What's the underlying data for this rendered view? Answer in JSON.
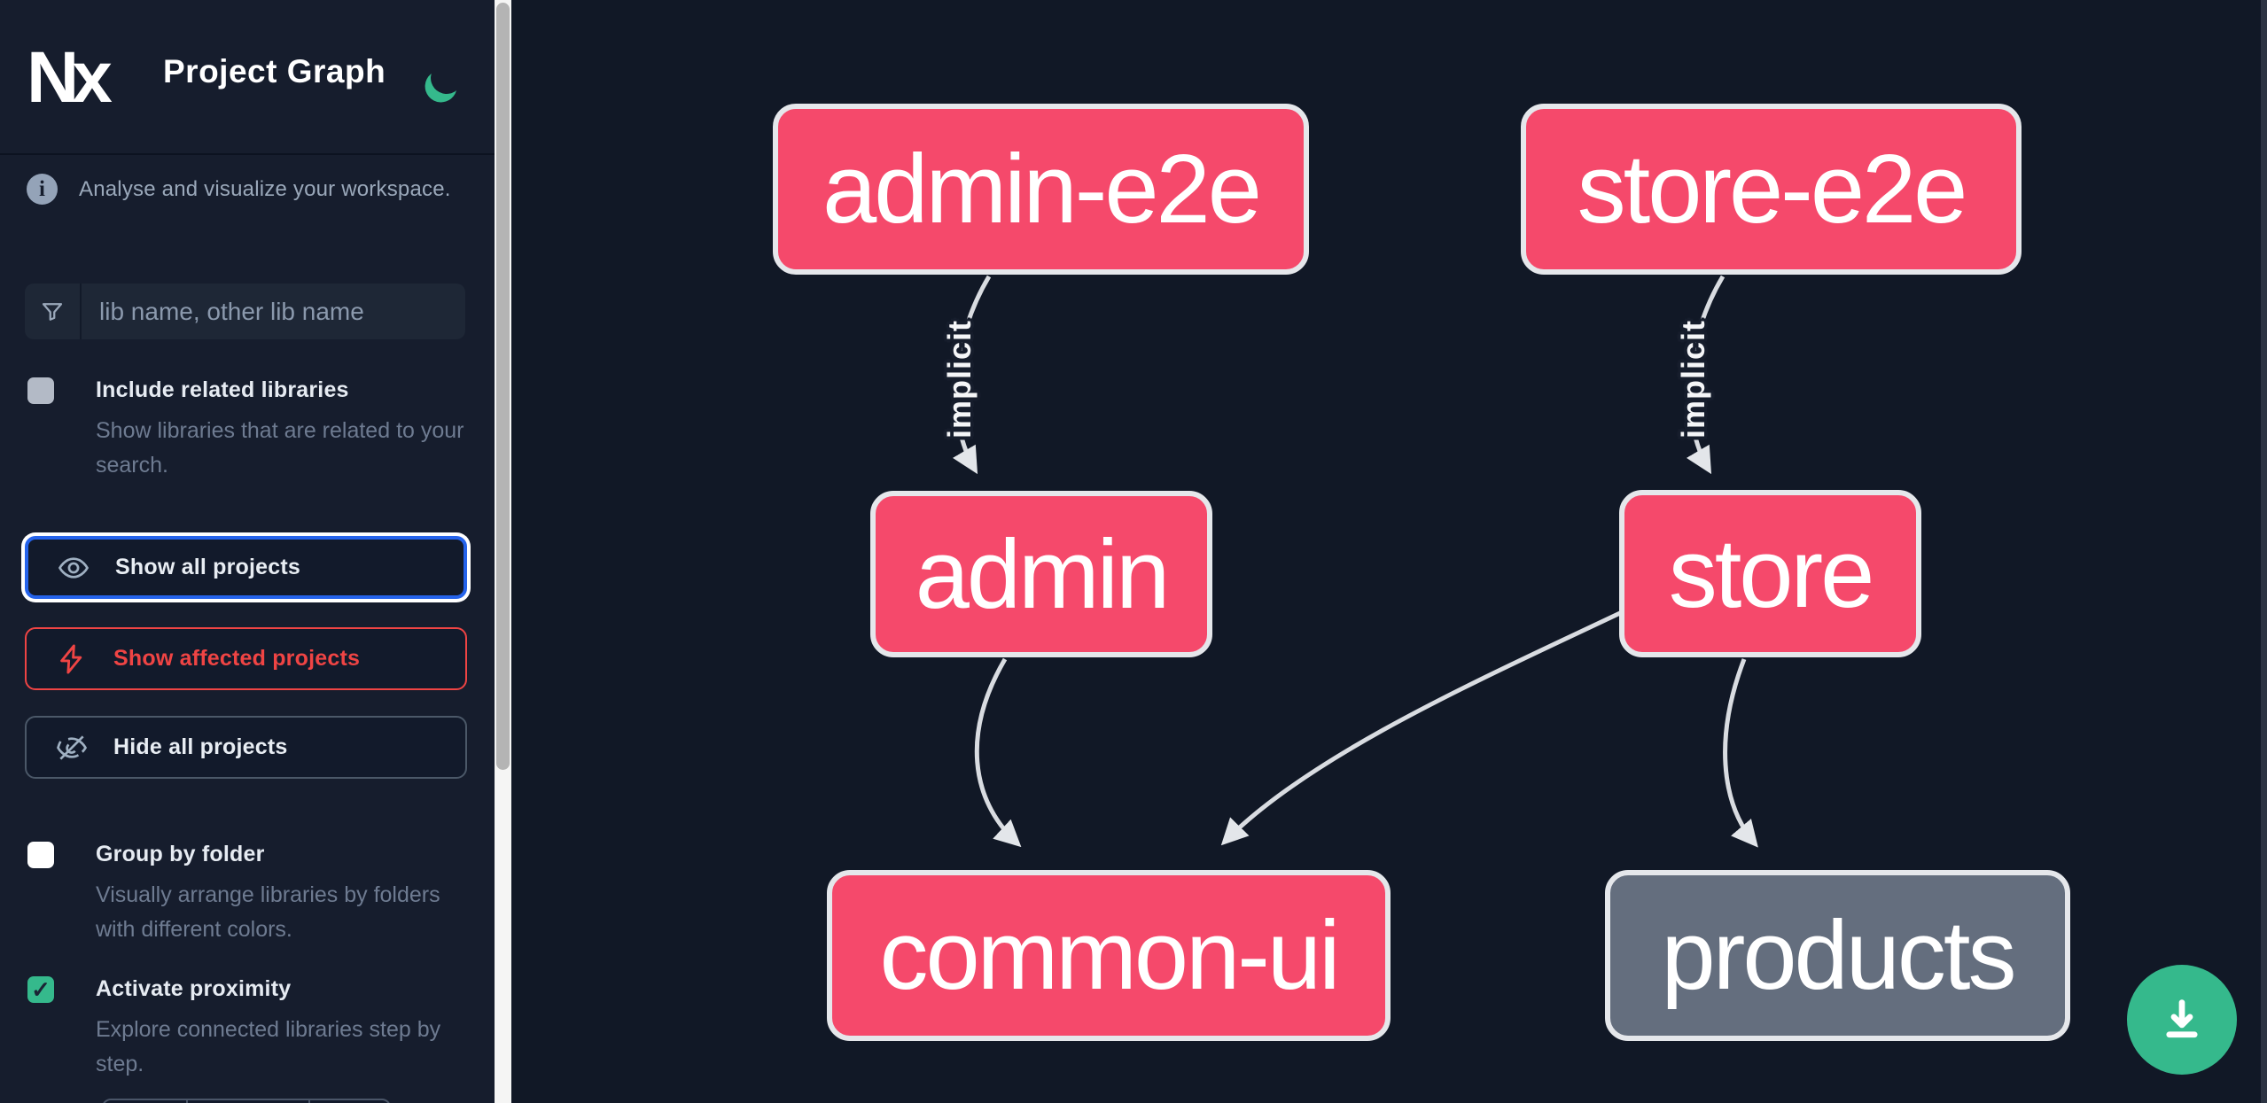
{
  "header": {
    "logo_text": "Nx",
    "title": "Project Graph",
    "theme_icon": "moon-icon"
  },
  "sidebar": {
    "tagline": "Analyse and visualize your workspace.",
    "search_placeholder": "lib name, other lib name",
    "options": [
      {
        "label": "Include related libraries",
        "description": "Show libraries that are related to your search.",
        "checked": false
      },
      {
        "label": "Group by folder",
        "description": "Visually arrange libraries by folders with different colors.",
        "checked": false
      },
      {
        "label": "Activate proximity",
        "description": "Explore connected libraries step by step.",
        "checked": true
      }
    ],
    "check_glyph": "✓",
    "actions": [
      {
        "label": "Show all projects",
        "icon": "eye-icon",
        "state": "focused"
      },
      {
        "label": "Show affected projects",
        "icon": "bolt-icon",
        "state": "affected"
      },
      {
        "label": "Hide all projects",
        "icon": "eye-off-icon",
        "state": "default"
      }
    ]
  },
  "graph": {
    "nodes": [
      {
        "id": "admin-e2e",
        "label": "admin-e2e",
        "color": "#f5496b"
      },
      {
        "id": "store-e2e",
        "label": "store-e2e",
        "color": "#f5496b"
      },
      {
        "id": "admin",
        "label": "admin",
        "color": "#f5496b"
      },
      {
        "id": "store",
        "label": "store",
        "color": "#f5496b"
      },
      {
        "id": "common-ui",
        "label": "common-ui",
        "color": "#f5496b"
      },
      {
        "id": "products",
        "label": "products",
        "color": "#646e7e"
      }
    ],
    "edges": [
      {
        "from": "admin-e2e",
        "to": "admin",
        "label": "implicit"
      },
      {
        "from": "store-e2e",
        "to": "store",
        "label": "implicit"
      },
      {
        "from": "admin",
        "to": "common-ui",
        "label": ""
      },
      {
        "from": "store",
        "to": "common-ui",
        "label": ""
      },
      {
        "from": "store",
        "to": "products",
        "label": ""
      }
    ]
  },
  "fab": {
    "icon": "download-icon"
  },
  "colors": {
    "sidebar_bg": "#161d2d",
    "canvas_bg": "#111826",
    "node_affected": "#f5496b",
    "node_default": "#646e7e",
    "node_border": "#e5e7eb",
    "edge": "#d9dce1",
    "accent_green": "#35b98c",
    "focus_blue": "#2563eb",
    "affected_red": "#ef4444"
  }
}
